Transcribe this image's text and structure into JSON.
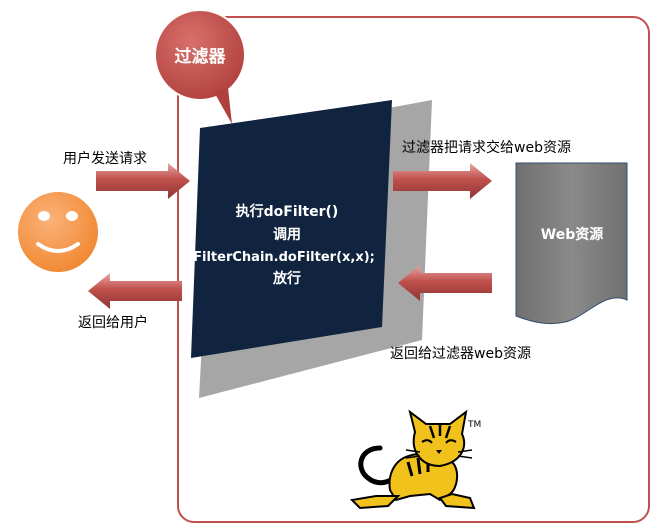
{
  "filter_bubble": {
    "text": "过滤器"
  },
  "request_label": "用户发送请求",
  "return_user_label": "返回给用户",
  "pass_to_resource_label": "过滤器把请求交给web资源",
  "return_to_filter_label": "返回给过滤器web资源",
  "filter_box": {
    "line1": "执行doFilter()",
    "line2": "调用",
    "line3": "FilterChain.doFilter(x,x);",
    "line4": "放行"
  },
  "web_resource": {
    "text": "Web资源"
  },
  "tomcat_logo": {
    "trademark": "TM"
  },
  "colors": {
    "container_border": "#c0504d",
    "arrow": "#c0504d",
    "bubble": "#c0504d",
    "filter_box": "#10233f",
    "filter_shadow": "#a6a6a6",
    "web_resource": "#7f7f7f",
    "smiley": "#f79646"
  }
}
